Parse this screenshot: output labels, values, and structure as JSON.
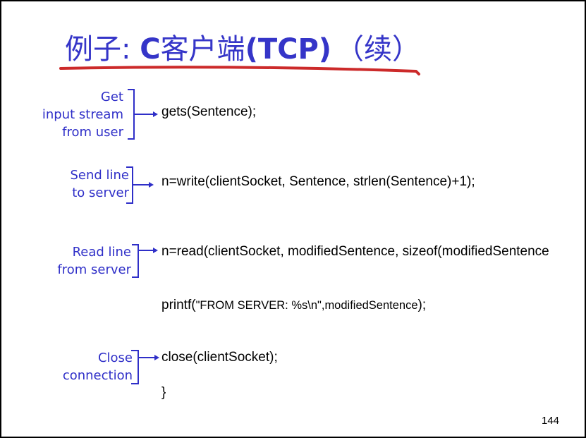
{
  "slide": {
    "title_parts": [
      "例子: ",
      "C",
      "客户端",
      "(TCP)"
    ],
    "title_continued": "（续）",
    "page_number": "144"
  },
  "annotations": [
    {
      "lines": [
        "Get",
        "input stream",
        "from user"
      ]
    },
    {
      "lines": [
        "Send line",
        "to server"
      ]
    },
    {
      "lines": [
        "Read line",
        "from server"
      ]
    },
    {
      "lines": [
        "Close",
        "connection"
      ]
    }
  ],
  "code": {
    "gets": "gets(Sentence);",
    "write": "n=write(clientSocket, Sentence, strlen(Sentence)+1);",
    "read": "n=read(clientSocket, modifiedSentence, sizeof(modifiedSentence",
    "printf_parts": [
      "printf(",
      "\"FROM SERVER: %s\\n\",modifiedSentence",
      ");"
    ],
    "close": "close(clientSocket);",
    "closing_brace": "}"
  },
  "colors": {
    "title": "#3535c8",
    "annotation": "#2f2fc8",
    "underline": "#cc2a2a",
    "code": "#000000"
  }
}
